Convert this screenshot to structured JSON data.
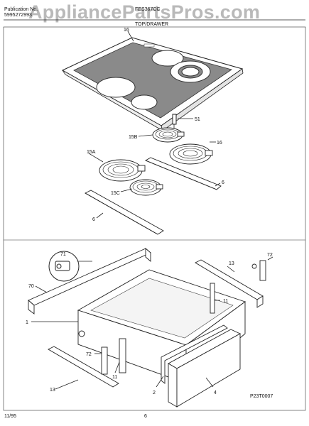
{
  "header": {
    "pub_label": "Publication No.",
    "pub_number": "5995272993",
    "model": "FES367CC",
    "section": "TOP/DRAWER",
    "watermark": "AppliancePartsPros.com"
  },
  "labels": {
    "l16_top": "16",
    "l51": "51",
    "l15b": "15B",
    "l16_mid": "16",
    "l15a": "15A",
    "l6_right": "6",
    "l15c": "15C",
    "l6_left": "6",
    "l71": "71",
    "l72_right": "72",
    "l70": "70",
    "l13_right": "13",
    "l11_right": "11",
    "l1": "1",
    "l72_left": "72",
    "l11_left": "11",
    "l2": "2",
    "l4": "4",
    "l13_left": "13",
    "ref_code": "P23T0007"
  },
  "footer": {
    "date": "11/95",
    "page": "6"
  }
}
